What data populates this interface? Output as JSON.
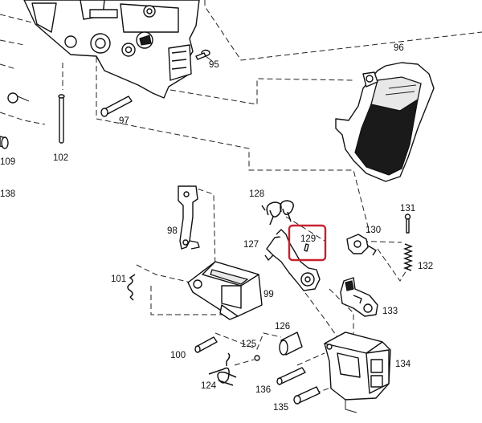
{
  "callouts": [
    {
      "id": "95",
      "label": "95"
    },
    {
      "id": "96",
      "label": "96"
    },
    {
      "id": "97",
      "label": "97"
    },
    {
      "id": "98",
      "label": "98"
    },
    {
      "id": "99",
      "label": "99"
    },
    {
      "id": "100",
      "label": "100"
    },
    {
      "id": "101",
      "label": "101"
    },
    {
      "id": "102",
      "label": "102"
    },
    {
      "id": "109",
      "label": "109"
    },
    {
      "id": "124",
      "label": "124"
    },
    {
      "id": "125",
      "label": "125"
    },
    {
      "id": "126",
      "label": "126"
    },
    {
      "id": "127",
      "label": "127"
    },
    {
      "id": "128",
      "label": "128"
    },
    {
      "id": "129",
      "label": "129"
    },
    {
      "id": "130",
      "label": "130"
    },
    {
      "id": "131",
      "label": "131"
    },
    {
      "id": "132",
      "label": "132"
    },
    {
      "id": "133",
      "label": "133"
    },
    {
      "id": "134",
      "label": "134"
    },
    {
      "id": "135",
      "label": "135"
    },
    {
      "id": "136",
      "label": "136"
    },
    {
      "id": "138",
      "label": "138"
    }
  ],
  "highlight": {
    "part": "129",
    "color": "#c8202e"
  }
}
